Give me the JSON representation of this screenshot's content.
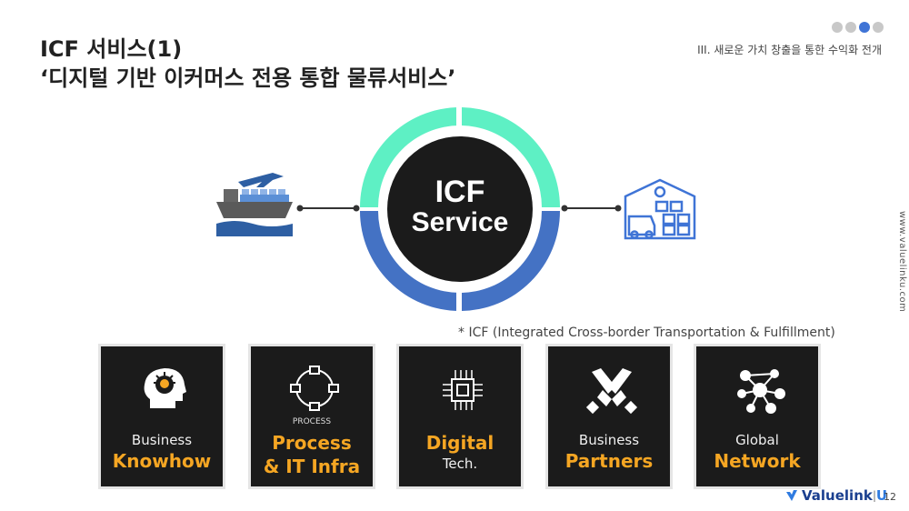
{
  "title": {
    "line1": "ICF 서비스(1)",
    "line2": "‘디지털 기반 이커머스 전용 통합 물류서비스’"
  },
  "section_label": "III.  새로운 가치 창출을 통한 수익화 전개",
  "side_url": "www.valuelinku.com",
  "center": {
    "line1": "ICF",
    "line2": "Service"
  },
  "icons": {
    "left": "ship-plane-icon",
    "right": "warehouse-forklift-icon"
  },
  "footnote": "* ICF (Integrated Cross-border Transportation & Fulfillment)",
  "cards": [
    {
      "top": "Business",
      "highlight": "Knowhow",
      "icon": "head-idea-icon"
    },
    {
      "caption": "PROCESS",
      "highlight_line1": "Process",
      "highlight_line2": "& IT Infra",
      "icon": "cycle-process-icon"
    },
    {
      "highlight": "Digital",
      "bottom": "Tech.",
      "icon": "chip-icon"
    },
    {
      "top": "Business",
      "highlight": "Partners",
      "icon": "handshake-icon"
    },
    {
      "top": "Global",
      "highlight": "Network",
      "icon": "network-nodes-icon"
    }
  ],
  "footer": {
    "logo_text": "Valuelink",
    "logo_accent": "U",
    "page": "12"
  },
  "colors": {
    "ring_top": "#5ef0c4",
    "ring_bottom": "#4472c4",
    "accent": "#f5a623",
    "dot_active": "#3f74d6"
  }
}
